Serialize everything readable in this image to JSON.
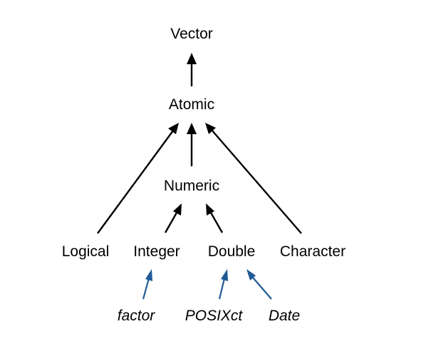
{
  "diagram": {
    "nodes": {
      "vector": "Vector",
      "atomic": "Atomic",
      "numeric": "Numeric",
      "logical": "Logical",
      "integer": "Integer",
      "double": "Double",
      "character": "Character",
      "factor": "factor",
      "posixct": "POSIXct",
      "date": "Date"
    },
    "edges": [
      {
        "from": "atomic",
        "to": "vector",
        "color": "black"
      },
      {
        "from": "numeric",
        "to": "atomic",
        "color": "black"
      },
      {
        "from": "logical",
        "to": "atomic",
        "color": "black"
      },
      {
        "from": "character",
        "to": "atomic",
        "color": "black"
      },
      {
        "from": "integer",
        "to": "numeric",
        "color": "black"
      },
      {
        "from": "double",
        "to": "numeric",
        "color": "black"
      },
      {
        "from": "factor",
        "to": "integer",
        "color": "blue"
      },
      {
        "from": "posixct",
        "to": "double",
        "color": "blue"
      },
      {
        "from": "date",
        "to": "double",
        "color": "blue"
      }
    ],
    "colors": {
      "base_edge": "#000000",
      "s3_edge": "#1f5a96",
      "text": "#000000"
    }
  }
}
